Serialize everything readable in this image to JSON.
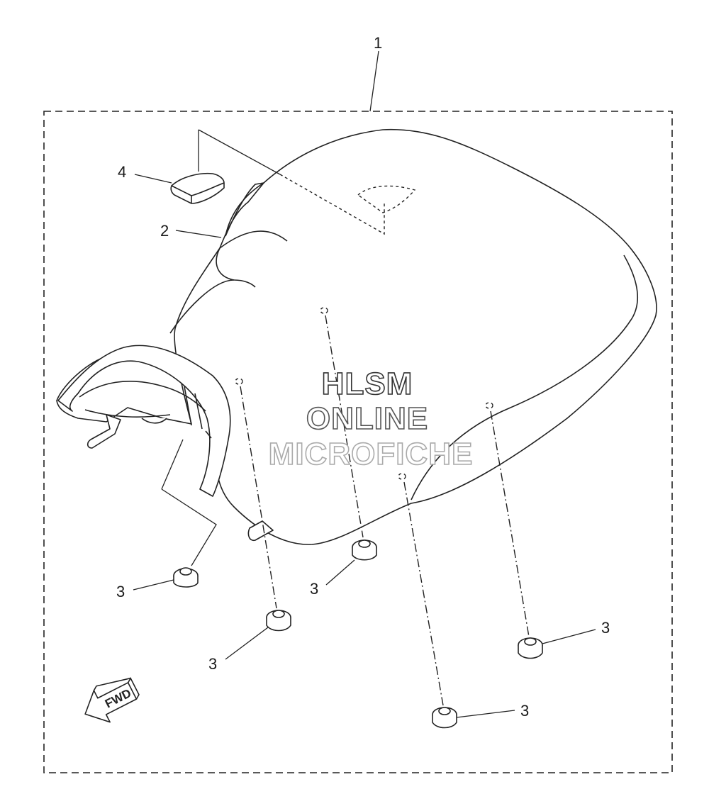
{
  "callouts": {
    "c1": "1",
    "c2": "2",
    "c3a": "3",
    "c3b": "3",
    "c3c": "3",
    "c3d": "3",
    "c3e": "3",
    "c4": "4"
  },
  "watermark": {
    "line1": "HLSM",
    "line2": "ONLINE",
    "line3": "MICROFICHE",
    "color1": "#333333",
    "color2": "#555555",
    "color3": "#aaaaaa"
  },
  "fwd_arrow": {
    "label": "FWD"
  },
  "icons": {
    "fwd": "fwd-arrow-icon"
  }
}
